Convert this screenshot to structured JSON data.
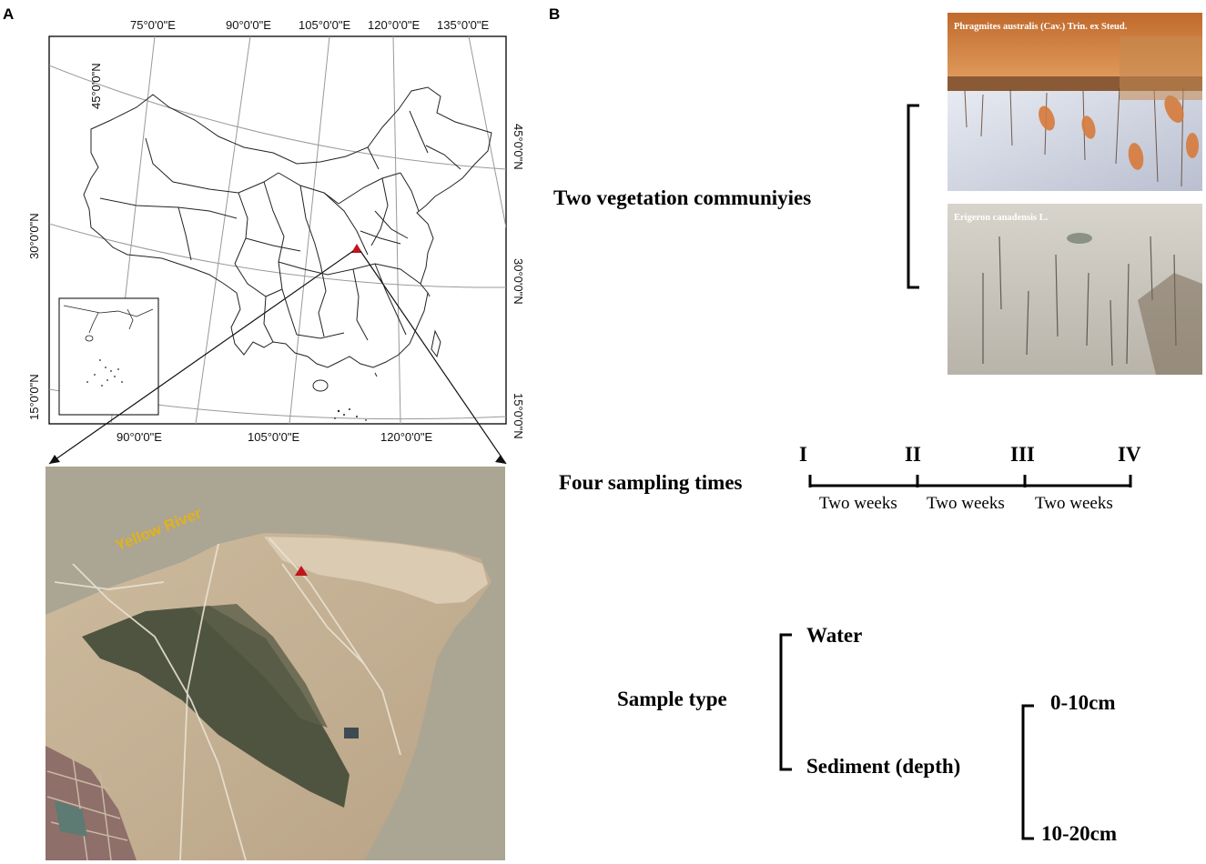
{
  "panel_a": {
    "label": "A",
    "top_lon_labels": [
      "75°0'0\"E",
      "90°0'0\"E",
      "105°0'0\"E",
      "120°0'0\"E",
      "135°0'0\"E"
    ],
    "bottom_lon_labels": [
      "90°0'0\"E",
      "105°0'0\"E",
      "120°0'0\"E"
    ],
    "left_lat_labels": [
      "45°0'0\"N",
      "30°0'0\"N",
      "15°0'0\"N"
    ],
    "right_lat_labels": [
      "45°0'0\"N",
      "30°0'0\"N",
      "15°0'0\"N"
    ],
    "river_label": "Yellow River"
  },
  "panel_b": {
    "label": "B",
    "vegetation_label": "Two vegetation communiyies",
    "photo_1_caption": "Phragmites australis (Cav.) Trin. ex Steud.",
    "photo_2_caption": "Erigeron canadensis L.",
    "sampling_label": "Four sampling times",
    "time_points": [
      "I",
      "II",
      "III",
      "IV"
    ],
    "intervals": [
      "Two weeks",
      "Two weeks",
      "Two weeks"
    ],
    "sample_type_label": "Sample type",
    "water_label": "Water",
    "sediment_label": "Sediment (depth)",
    "depths": [
      "0-10cm",
      "10-20cm"
    ]
  },
  "colors": {
    "site_marker": "#c0141c",
    "river_label": "#e0b21f"
  }
}
